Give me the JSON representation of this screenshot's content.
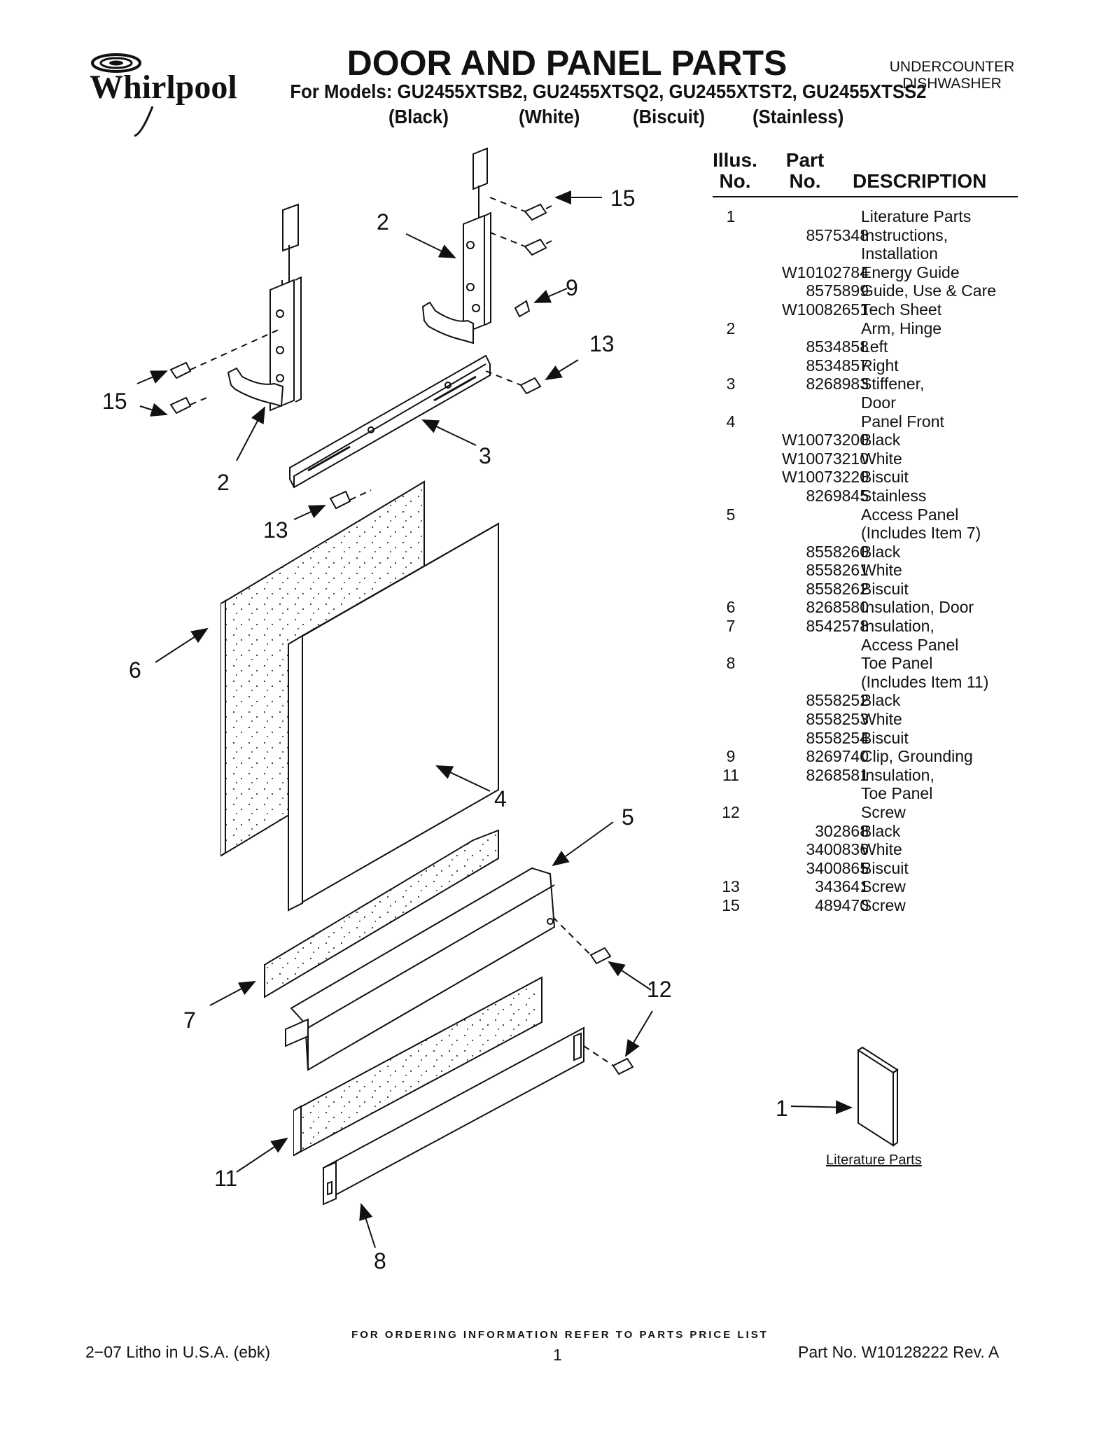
{
  "brand": "Whirlpool",
  "header": {
    "title": "DOOR AND PANEL PARTS",
    "models": "For Models: GU2455XTSB2, GU2455XTSQ2, GU2455XTST2, GU2455XTSS2",
    "finishes": [
      "(Black)",
      "(White)",
      "(Biscuit)",
      "(Stainless)"
    ],
    "category_line1": "UNDERCOUNTER",
    "category_line2": "DISHWASHER"
  },
  "table": {
    "headers": {
      "illus_line1": "Illus.",
      "illus_line2": "No.",
      "part_line1": "Part",
      "part_line2": "No.",
      "description": "DESCRIPTION"
    },
    "rows": [
      {
        "illus": "1",
        "part": "",
        "desc": "Literature Parts"
      },
      {
        "illus": "",
        "part": "8575348",
        "desc": "Instructions,"
      },
      {
        "illus": "",
        "part": "",
        "desc": "Installation"
      },
      {
        "illus": "",
        "part": "W10102784",
        "desc": "Energy Guide"
      },
      {
        "illus": "",
        "part": "8575899",
        "desc": "Guide, Use & Care"
      },
      {
        "illus": "",
        "part": "W10082651",
        "desc": "Tech Sheet"
      },
      {
        "illus": "2",
        "part": "",
        "desc": "Arm, Hinge"
      },
      {
        "illus": "",
        "part": "8534858",
        "desc": "Left"
      },
      {
        "illus": "",
        "part": "8534857",
        "desc": "Right"
      },
      {
        "illus": "3",
        "part": "8268983",
        "desc": "Stiffener,"
      },
      {
        "illus": "",
        "part": "",
        "desc": "Door"
      },
      {
        "illus": "4",
        "part": "",
        "desc": "Panel Front"
      },
      {
        "illus": "",
        "part": "W10073200",
        "desc": "Black"
      },
      {
        "illus": "",
        "part": "W10073210",
        "desc": "White"
      },
      {
        "illus": "",
        "part": "W10073220",
        "desc": "Biscuit"
      },
      {
        "illus": "",
        "part": "8269845",
        "desc": "Stainless"
      },
      {
        "illus": "5",
        "part": "",
        "desc": "Access Panel"
      },
      {
        "illus": "",
        "part": "",
        "desc": "(Includes Item 7)"
      },
      {
        "illus": "",
        "part": "8558260",
        "desc": "Black"
      },
      {
        "illus": "",
        "part": "8558261",
        "desc": "White"
      },
      {
        "illus": "",
        "part": "8558262",
        "desc": "Biscuit"
      },
      {
        "illus": "6",
        "part": "8268580",
        "desc": "Insulation, Door"
      },
      {
        "illus": "7",
        "part": "8542578",
        "desc": "Insulation,"
      },
      {
        "illus": "",
        "part": "",
        "desc": "Access Panel"
      },
      {
        "illus": "8",
        "part": "",
        "desc": "Toe Panel"
      },
      {
        "illus": "",
        "part": "",
        "desc": "(Includes Item 11)"
      },
      {
        "illus": "",
        "part": "8558252",
        "desc": "Black"
      },
      {
        "illus": "",
        "part": "8558253",
        "desc": "White"
      },
      {
        "illus": "",
        "part": "8558254",
        "desc": "Biscuit"
      },
      {
        "illus": "9",
        "part": "8269740",
        "desc": "Clip, Grounding"
      },
      {
        "illus": "11",
        "part": "8268581",
        "desc": "Insulation,"
      },
      {
        "illus": "",
        "part": "",
        "desc": "Toe Panel"
      },
      {
        "illus": "12",
        "part": "",
        "desc": "Screw"
      },
      {
        "illus": "",
        "part": "302868",
        "desc": "Black"
      },
      {
        "illus": "",
        "part": "3400836",
        "desc": "White"
      },
      {
        "illus": "",
        "part": "3400865",
        "desc": "Biscuit"
      },
      {
        "illus": "13",
        "part": "343641",
        "desc": "Screw"
      },
      {
        "illus": "15",
        "part": "489470",
        "desc": "Screw"
      }
    ]
  },
  "callouts": {
    "c15a": "15",
    "c2a": "2",
    "c9": "9",
    "c13a": "13",
    "c15b": "15",
    "c3": "3",
    "c2b": "2",
    "c13b": "13",
    "c6": "6",
    "c4": "4",
    "c5": "5",
    "c12": "12",
    "c7": "7",
    "c1": "1",
    "c11": "11",
    "c8": "8"
  },
  "literature_caption": "Literature Parts",
  "footer": {
    "ordering_note": "FOR ORDERING INFORMATION REFER TO PARTS PRICE LIST",
    "litho": "2−07 Litho in U.S.A. (ebk)",
    "page": "1",
    "part_no": "Part No. W10128222 Rev. A"
  },
  "colors": {
    "ink": "#111111",
    "paper": "#ffffff"
  }
}
